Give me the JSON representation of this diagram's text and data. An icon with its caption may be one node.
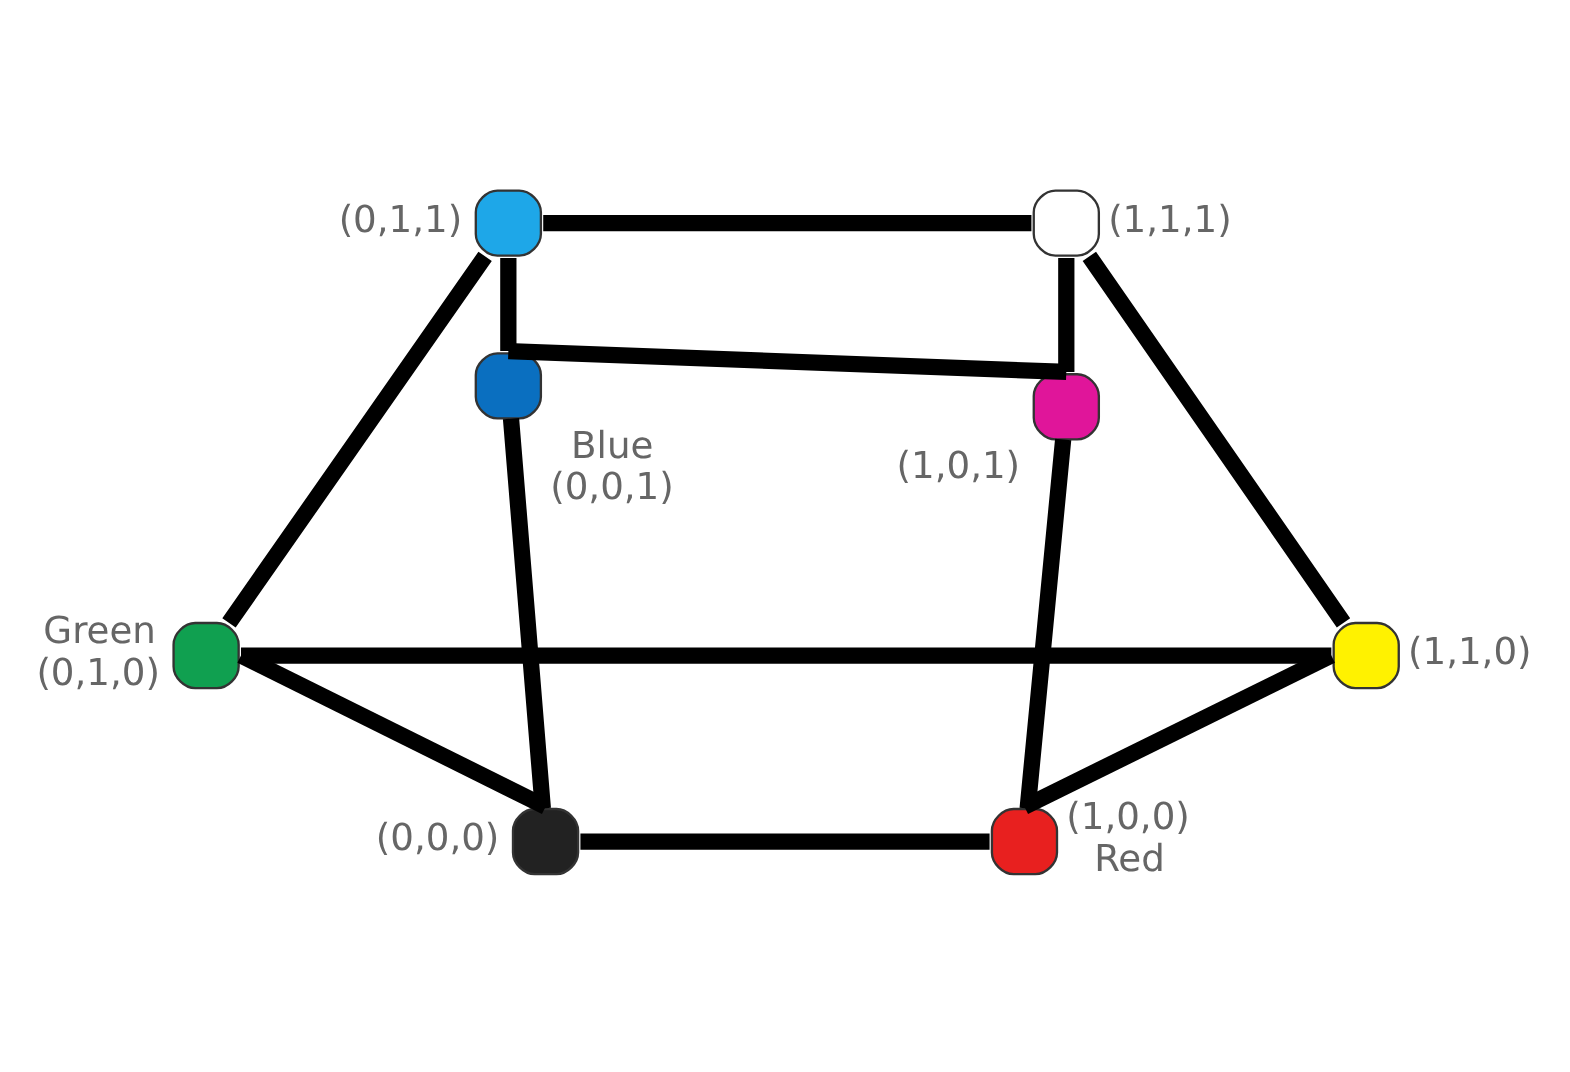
{
  "diagram": {
    "nodes": [
      {
        "text": [],
        "shape": "circle",
        "beside": [
          "(0,1,1)"
        ]
      },
      {
        "text": [],
        "shape": "circle",
        "beside": [
          "(1,1,1)"
        ]
      },
      {
        "text": [],
        "shape": "circle",
        "beside": [
          "Blue",
          "(0,0,1)"
        ]
      },
      {
        "text": [],
        "shape": "circle",
        "beside": [
          "(1,0,1)"
        ]
      },
      {
        "text": [],
        "shape": "circle",
        "beside": [
          "Green",
          "(0,1,0)"
        ]
      },
      {
        "text": [],
        "shape": "circle",
        "beside": [
          "(1,1,0)"
        ]
      },
      {
        "text": [],
        "shape": "circle",
        "beside": [
          "(0,0,0)"
        ]
      },
      {
        "text": [],
        "shape": "circle",
        "beside": [
          "(1,0,0)",
          "Red"
        ]
      }
    ],
    "edges": [
      {
        "from": 0,
        "to": 1,
        "arrow": "none"
      },
      {
        "from": 0,
        "to": 2,
        "arrow": "none"
      },
      {
        "from": 0,
        "to": 4,
        "arrow": "none"
      },
      {
        "from": 1,
        "to": 3,
        "arrow": "none"
      },
      {
        "from": 1,
        "to": 5,
        "arrow": "none"
      },
      {
        "from": 2,
        "to": 3,
        "arrow": "none"
      },
      {
        "from": 2,
        "to": 6,
        "arrow": "none"
      },
      {
        "from": 3,
        "to": 7,
        "arrow": "none"
      },
      {
        "from": 4,
        "to": 5,
        "arrow": "none"
      },
      {
        "from": 4,
        "to": 6,
        "arrow": "none"
      },
      {
        "from": 5,
        "to": 7,
        "arrow": "none"
      },
      {
        "from": 6,
        "to": 7,
        "arrow": "none"
      }
    ]
  }
}
